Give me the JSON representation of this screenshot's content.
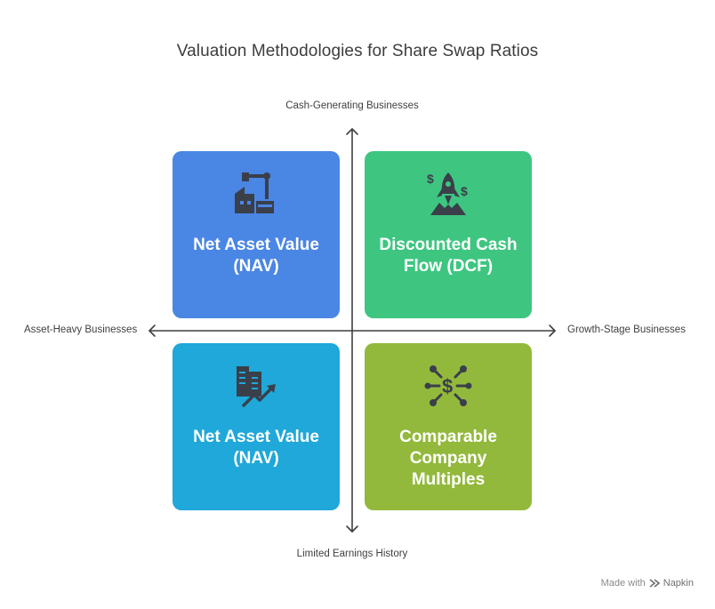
{
  "title": "Valuation Methodologies for Share Swap Ratios",
  "axes": {
    "top": "Cash-Generating Businesses",
    "bottom": "Limited Earnings History",
    "left": "Asset-Heavy Businesses",
    "right": "Growth-Stage Businesses"
  },
  "quadrants": [
    {
      "label": "Net Asset Value (NAV)",
      "color": "#4a86e4",
      "icon": "factory-robot-arm-icon"
    },
    {
      "label": "Discounted Cash Flow (DCF)",
      "color": "#3ec681",
      "icon": "rocket-dollar-icon"
    },
    {
      "label": "Net Asset Value (NAV)",
      "color": "#1fa8d9",
      "icon": "building-growth-chart-icon"
    },
    {
      "label": "Comparable Company Multiples",
      "color": "#93b93c",
      "icon": "dollar-network-icon"
    }
  ],
  "footer": {
    "made_with": "Made with",
    "brand": "Napkin"
  }
}
